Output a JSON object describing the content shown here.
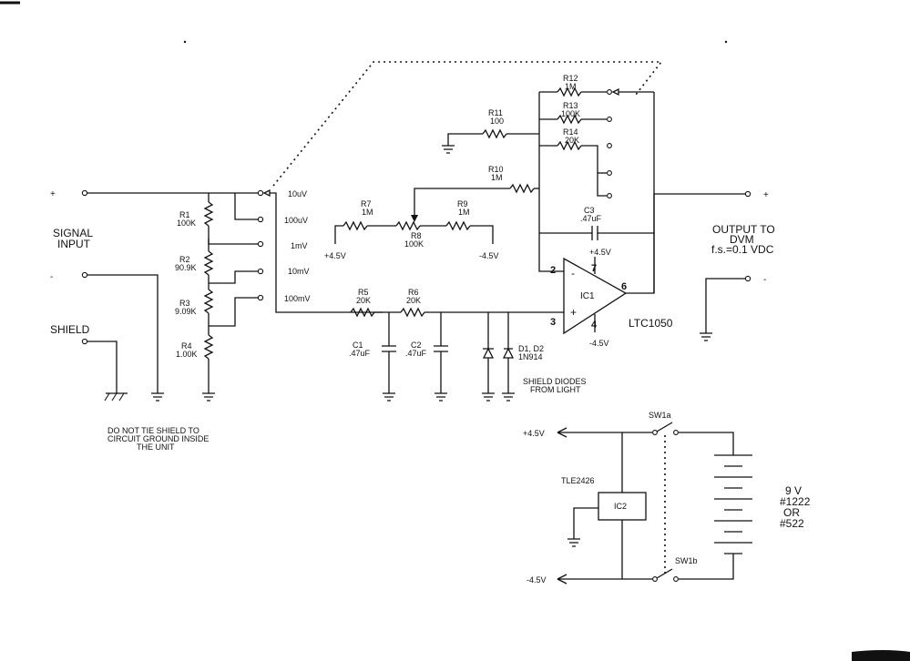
{
  "input": {
    "plus": "+",
    "minus": "-",
    "signal_line1": "SIGNAL",
    "signal_line2": "INPUT",
    "shield": "SHIELD"
  },
  "note_lines": [
    "DO NOT TIE SHIELD TO",
    "CIRCUIT GROUND INSIDE",
    "THE UNIT"
  ],
  "divider": {
    "r1": {
      "name": "R1",
      "value": "100K"
    },
    "r2": {
      "name": "R2",
      "value": "90.9K"
    },
    "r3": {
      "name": "R3",
      "value": "9.09K"
    },
    "r4": {
      "name": "R4",
      "value": "1.00K"
    }
  },
  "ranges": [
    "10uV",
    "100uV",
    "1mV",
    "10mV",
    "100mV"
  ],
  "offset": {
    "r7": {
      "name": "R7",
      "value": "1M"
    },
    "r8": {
      "name": "R8",
      "value": "100K"
    },
    "r9": {
      "name": "R9",
      "value": "1M"
    },
    "pos": "+4.5V",
    "neg": "-4.5V"
  },
  "feedback": {
    "r10": {
      "name": "R10",
      "value": "1M"
    },
    "r11": {
      "name": "R11",
      "value": "100"
    },
    "r12": {
      "name": "R12",
      "value": "1M"
    },
    "r13": {
      "name": "R13",
      "value": "100K"
    },
    "r14": {
      "name": "R14",
      "value": "20K"
    },
    "c3": {
      "name": "C3",
      "value": ".47uF"
    }
  },
  "filter": {
    "r5": {
      "name": "R5",
      "value": "20K"
    },
    "r6": {
      "name": "R6",
      "value": "20K"
    },
    "c1": {
      "name": "C1",
      "value": ".47uF"
    },
    "c2": {
      "name": "C2",
      "value": ".47uF"
    },
    "diodes": {
      "name": "D1, D2",
      "value": "1N914"
    },
    "diode_note": [
      "SHIELD DIODES",
      "FROM LIGHT"
    ]
  },
  "opamp": {
    "name": "IC1",
    "part": "LTC1050",
    "pos_supply": "+4.5V",
    "neg_supply": "-4.5V",
    "pins": {
      "inv": "2",
      "noninv": "3",
      "vplus": "7",
      "vminus": "4",
      "out": "6"
    },
    "inv_sign": "-",
    "noninv_sign": "+"
  },
  "output": {
    "line1": "OUTPUT TO",
    "line2": "DVM",
    "line3": "f.s.=0.1 VDC",
    "plus": "+",
    "minus": "-"
  },
  "power": {
    "pos_rail": "+4.5V",
    "neg_rail": "-4.5V",
    "sw1a": "SW1a",
    "sw1b": "SW1b",
    "ic2_part": "TLE2426",
    "ic2_name": "IC2",
    "battery_lines": [
      "9 V",
      "#1222",
      "OR",
      "#522"
    ]
  }
}
